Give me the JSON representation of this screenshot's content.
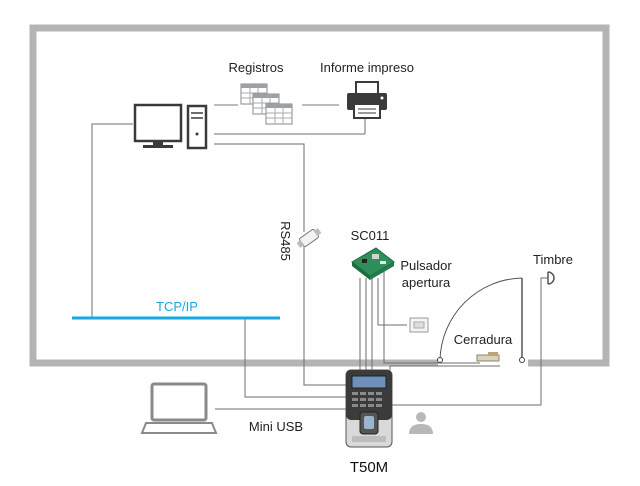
{
  "labels": {
    "registros": "Registros",
    "informe": "Informe impreso",
    "rs485": "RS485",
    "sc011": "SC011",
    "pulsador_line1": "Pulsador",
    "pulsador_line2": "apertura",
    "timbre": "Timbre",
    "tcpip": "TCP/IP",
    "cerradura": "Cerradura",
    "miniusb": "Mini USB",
    "device": "T50M"
  },
  "colors": {
    "room_border": "#b4b4b4",
    "network_line": "#1aa7e6",
    "wire": "#6e6e6e"
  },
  "icons": {
    "computer": "desktop-computer-icon",
    "records": "spreadsheet-records-icon",
    "printer": "printer-icon",
    "converter": "rs485-converter-icon",
    "controller": "circuit-board-icon",
    "button": "exit-button-icon",
    "bell": "door-bell-icon",
    "lock": "electric-lock-icon",
    "terminal": "fingerprint-terminal-icon",
    "laptop": "laptop-icon",
    "person": "person-icon"
  }
}
